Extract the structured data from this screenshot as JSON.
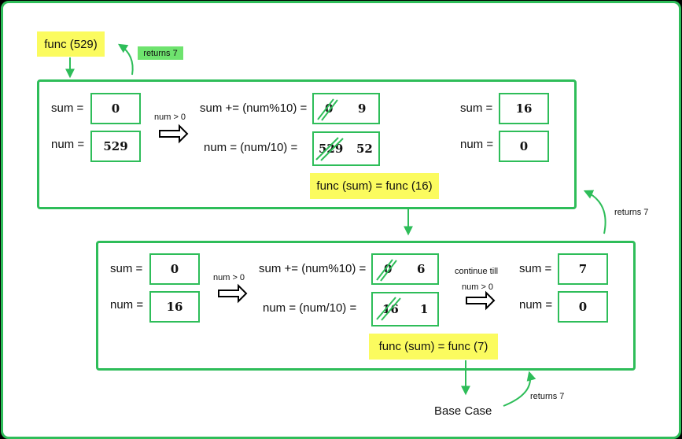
{
  "top_call": {
    "label": "func (529)",
    "returns": "returns 7"
  },
  "panel1": {
    "sum_label": "sum =",
    "num_label": "num =",
    "sum_init": "0",
    "num_init": "529",
    "cond": "num > 0",
    "sum_expr": "sum += (num%10) =",
    "sum_old": "0",
    "sum_new": "9",
    "num_expr": "num = (num/10) =",
    "num_old": "529",
    "num_new": "52",
    "sum_final": "16",
    "num_final": "0",
    "call": "func (sum) = func (16)",
    "returns": "returns 7"
  },
  "panel2": {
    "sum_label": "sum =",
    "num_label": "num =",
    "sum_init": "0",
    "num_init": "16",
    "cond": "num > 0",
    "sum_expr": "sum += (num%10) =",
    "sum_old": "0",
    "sum_new": "6",
    "num_expr": "num = (num/10) =",
    "num_old": "16",
    "num_new": "1",
    "continue_1": "continue till",
    "continue_2": "num > 0",
    "sum_final": "7",
    "num_final": "0",
    "call": "func (sum) = func (7)"
  },
  "base_case": {
    "label": "Base Case",
    "returns": "returns 7"
  },
  "colors": {
    "accent": "#2ebd59",
    "highlight": "#fbfb5f",
    "returns_bg": "#6ee36e"
  }
}
